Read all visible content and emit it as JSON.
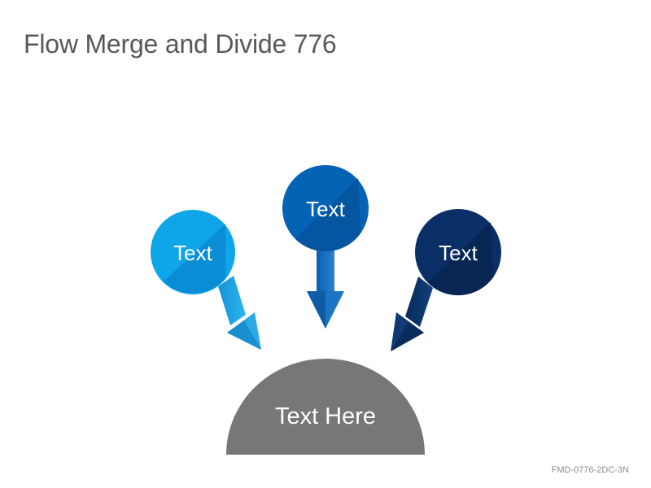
{
  "title": "Flow Merge and Divide 776",
  "nodes": [
    {
      "label": "Text",
      "color": "#0ea5e9"
    },
    {
      "label": "Text",
      "color": "#0563b6"
    },
    {
      "label": "Text",
      "color": "#0a2f66"
    }
  ],
  "target": {
    "label": "Text Here",
    "color": "#777777"
  },
  "footer_code": "FMD-0776-2DC-3N"
}
